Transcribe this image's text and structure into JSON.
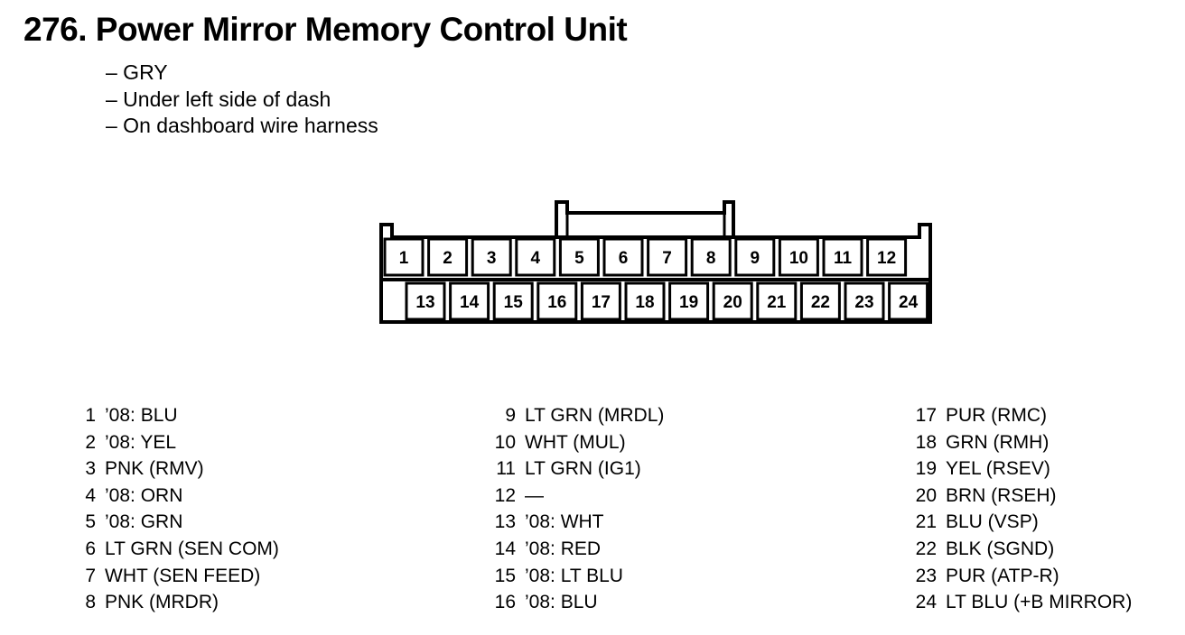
{
  "title": "276. Power Mirror Memory Control Unit",
  "details": [
    "– GRY",
    "– Under left side of dash",
    "– On dashboard wire harness"
  ],
  "connector": {
    "top_row": [
      "1",
      "2",
      "3",
      "4",
      "5",
      "6",
      "7",
      "8",
      "9",
      "10",
      "11",
      "12"
    ],
    "bottom_row": [
      "13",
      "14",
      "15",
      "16",
      "17",
      "18",
      "19",
      "20",
      "21",
      "22",
      "23",
      "24"
    ]
  },
  "pin_columns": [
    [
      {
        "pin": "1",
        "desc": "’08: BLU"
      },
      {
        "pin": "2",
        "desc": "’08: YEL"
      },
      {
        "pin": "3",
        "desc": "PNK (RMV)"
      },
      {
        "pin": "4",
        "desc": "’08: ORN"
      },
      {
        "pin": "5",
        "desc": "’08: GRN"
      },
      {
        "pin": "6",
        "desc": "LT GRN (SEN COM)"
      },
      {
        "pin": "7",
        "desc": "WHT (SEN FEED)"
      },
      {
        "pin": "8",
        "desc": "PNK (MRDR)"
      }
    ],
    [
      {
        "pin": "9",
        "desc": "LT GRN (MRDL)"
      },
      {
        "pin": "10",
        "desc": "WHT (MUL)"
      },
      {
        "pin": "11",
        "desc": "LT GRN (IG1)"
      },
      {
        "pin": "12",
        "desc": "—"
      },
      {
        "pin": "13",
        "desc": "’08: WHT"
      },
      {
        "pin": "14",
        "desc": "’08: RED"
      },
      {
        "pin": "15",
        "desc": "’08: LT BLU"
      },
      {
        "pin": "16",
        "desc": "’08: BLU"
      }
    ],
    [
      {
        "pin": "17",
        "desc": "PUR (RMC)"
      },
      {
        "pin": "18",
        "desc": "GRN (RMH)"
      },
      {
        "pin": "19",
        "desc": "YEL (RSEV)"
      },
      {
        "pin": "20",
        "desc": "BRN (RSEH)"
      },
      {
        "pin": "21",
        "desc": "BLU (VSP)"
      },
      {
        "pin": "22",
        "desc": "BLK (SGND)"
      },
      {
        "pin": "23",
        "desc": "PUR (ATP-R)"
      },
      {
        "pin": "24",
        "desc": "LT BLU (+B MIRROR)"
      }
    ]
  ]
}
